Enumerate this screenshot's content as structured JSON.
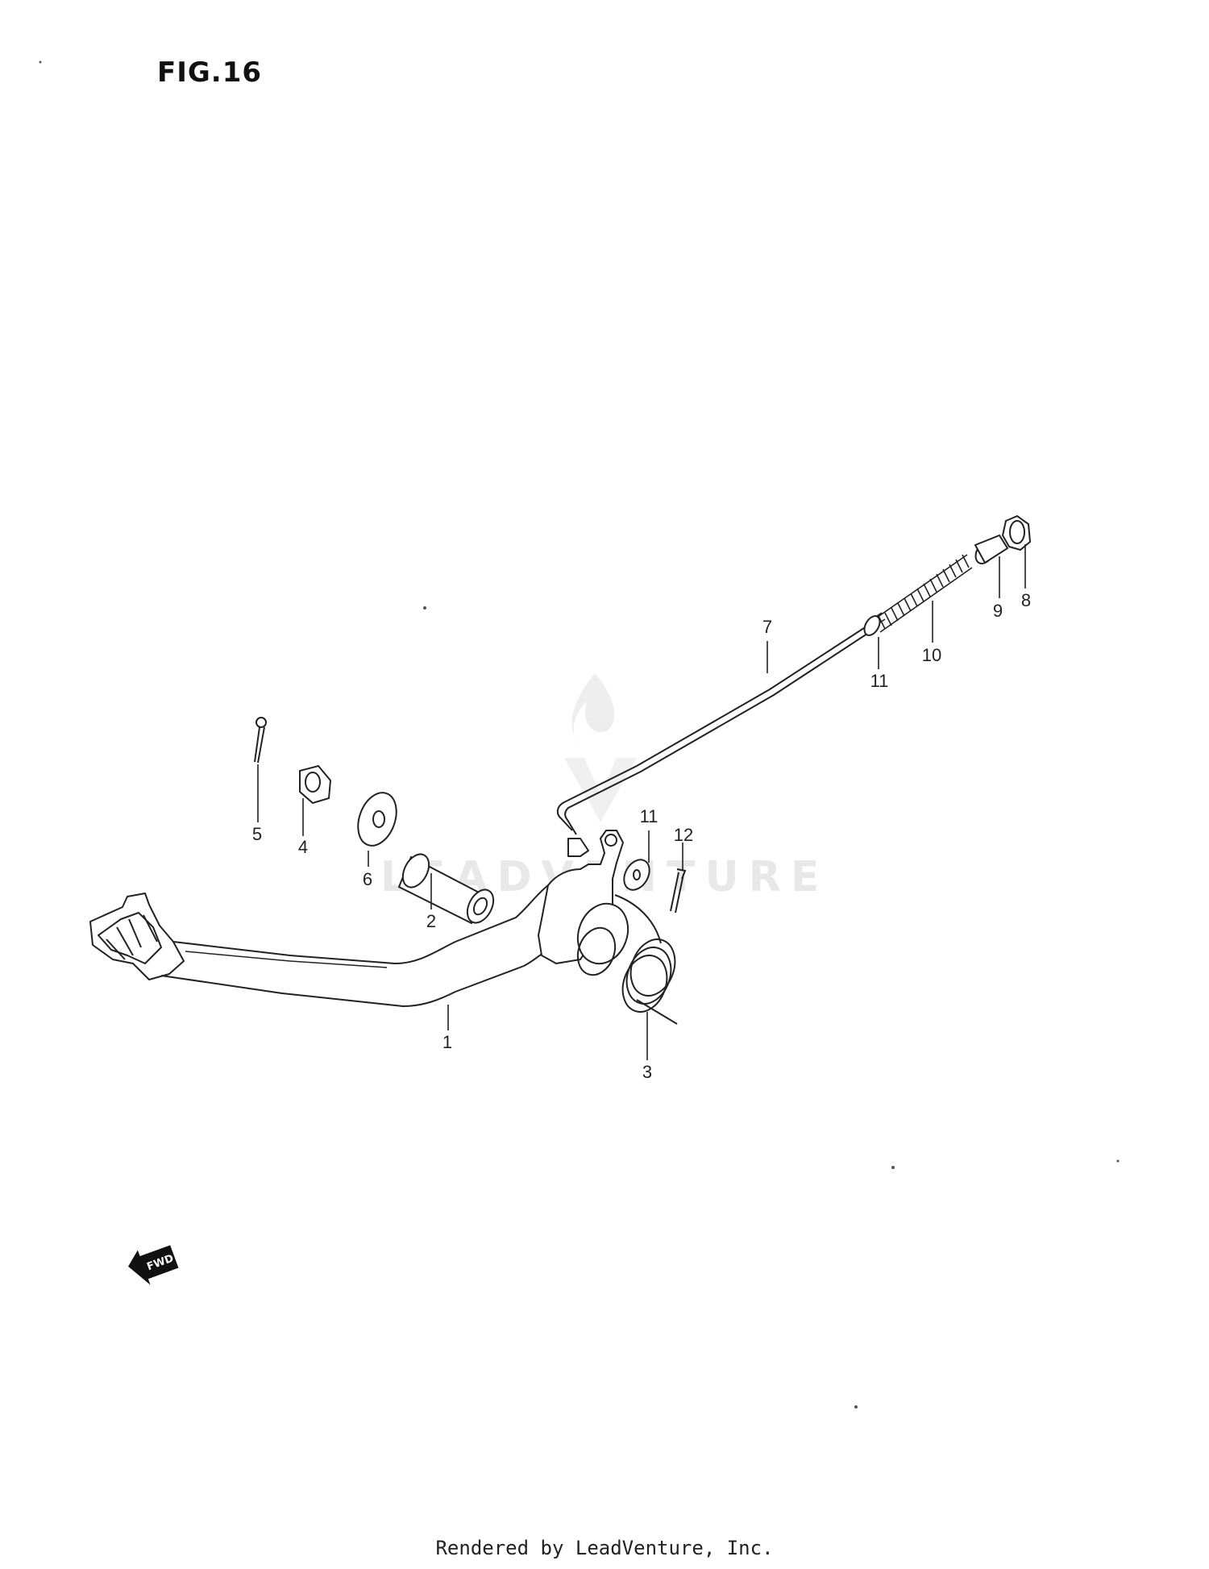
{
  "figure": {
    "title": "FIG.16"
  },
  "callouts": [
    {
      "id": "c1",
      "label": "1"
    },
    {
      "id": "c2",
      "label": "2"
    },
    {
      "id": "c3",
      "label": "3"
    },
    {
      "id": "c4",
      "label": "4"
    },
    {
      "id": "c5",
      "label": "5"
    },
    {
      "id": "c6",
      "label": "6"
    },
    {
      "id": "c7",
      "label": "7"
    },
    {
      "id": "c8",
      "label": "8"
    },
    {
      "id": "c9",
      "label": "9"
    },
    {
      "id": "c10",
      "label": "10"
    },
    {
      "id": "c11a",
      "label": "11"
    },
    {
      "id": "c11b",
      "label": "11"
    },
    {
      "id": "c12",
      "label": "12"
    }
  ],
  "fwd_indicator": {
    "label": "FWD"
  },
  "watermark": {
    "text": "LEADVENTURE"
  },
  "footer": {
    "text": "Rendered by LeadVenture, Inc."
  }
}
